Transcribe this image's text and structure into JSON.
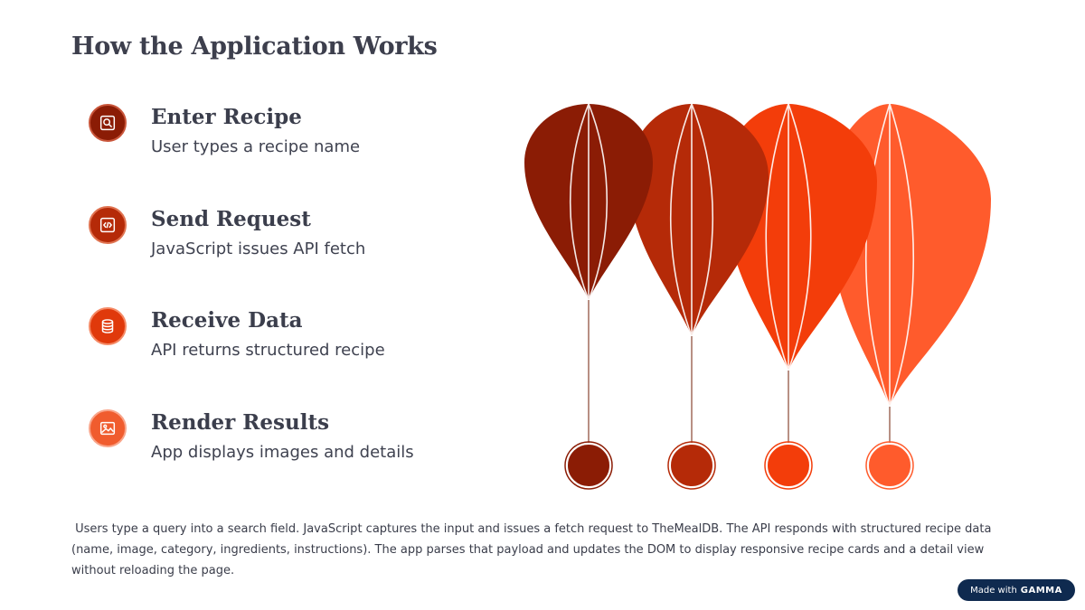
{
  "page": {
    "title": "How the Application Works"
  },
  "steps": [
    {
      "heading": "Enter Recipe",
      "description": "User types a recipe name",
      "icon": "search-icon",
      "color": "#8b1c05"
    },
    {
      "heading": "Send Request",
      "description": "JavaScript issues API fetch",
      "icon": "code-icon",
      "color": "#b52a08"
    },
    {
      "heading": "Receive Data",
      "description": "API returns structured recipe",
      "icon": "database-icon",
      "color": "#e0390b"
    },
    {
      "heading": "Render Results",
      "description": "App displays images and details",
      "icon": "image-icon",
      "color": "#f05c2e"
    }
  ],
  "footer": {
    "text": " Users type a query into a search field. JavaScript captures the input and issues a fetch request to TheMealDB. The API responds with structured recipe data (name, image, category, ingredients, instructions). The app parses that payload and updates the DOM to display responsive recipe cards and a detail view without reloading the page."
  },
  "illustration": {
    "balloon_colors": [
      "#8b1c05",
      "#b52a08",
      "#f33d0a",
      "#ff5b2c"
    ]
  },
  "badge": {
    "prefix": "Made with",
    "brand": "GAMMA"
  }
}
